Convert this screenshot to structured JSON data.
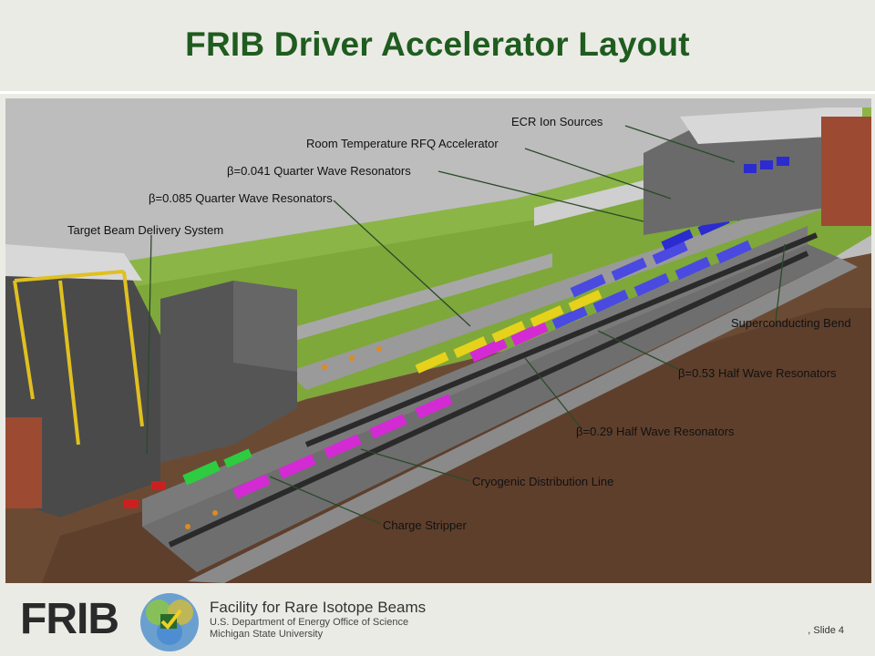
{
  "slide": {
    "title": "FRIB Driver Accelerator Layout",
    "slide_number": ", Slide 4"
  },
  "figure": {
    "callouts": [
      "ECR Ion Sources",
      "Room Temperature RFQ Accelerator",
      "β=0.041 Quarter Wave Resonators",
      "β=0.085 Quarter Wave Resonators",
      "Target Beam Delivery System",
      "Superconducting Bend",
      "β=0.53 Half Wave Resonators",
      "β=0.29 Half Wave Resonators",
      "Cryogenic Distribution Line",
      "Charge Stripper"
    ],
    "colors": {
      "grass": "#7ea83a",
      "soil": "#6b4a34",
      "concrete": "#8e8e8e",
      "q041": "#2b2bd0",
      "q085": "#e6d21a",
      "hwr029": "#d42ad4",
      "hwr053": "#4a4ae0",
      "stripper": "#2ecc40",
      "yellow_truss": "#e0c020"
    }
  },
  "footer": {
    "logo_text": "FRIB",
    "org_name": "Facility for Rare Isotope Beams",
    "org_line2": "U.S. Department of Energy Office of Science",
    "org_line3": "Michigan State University"
  }
}
